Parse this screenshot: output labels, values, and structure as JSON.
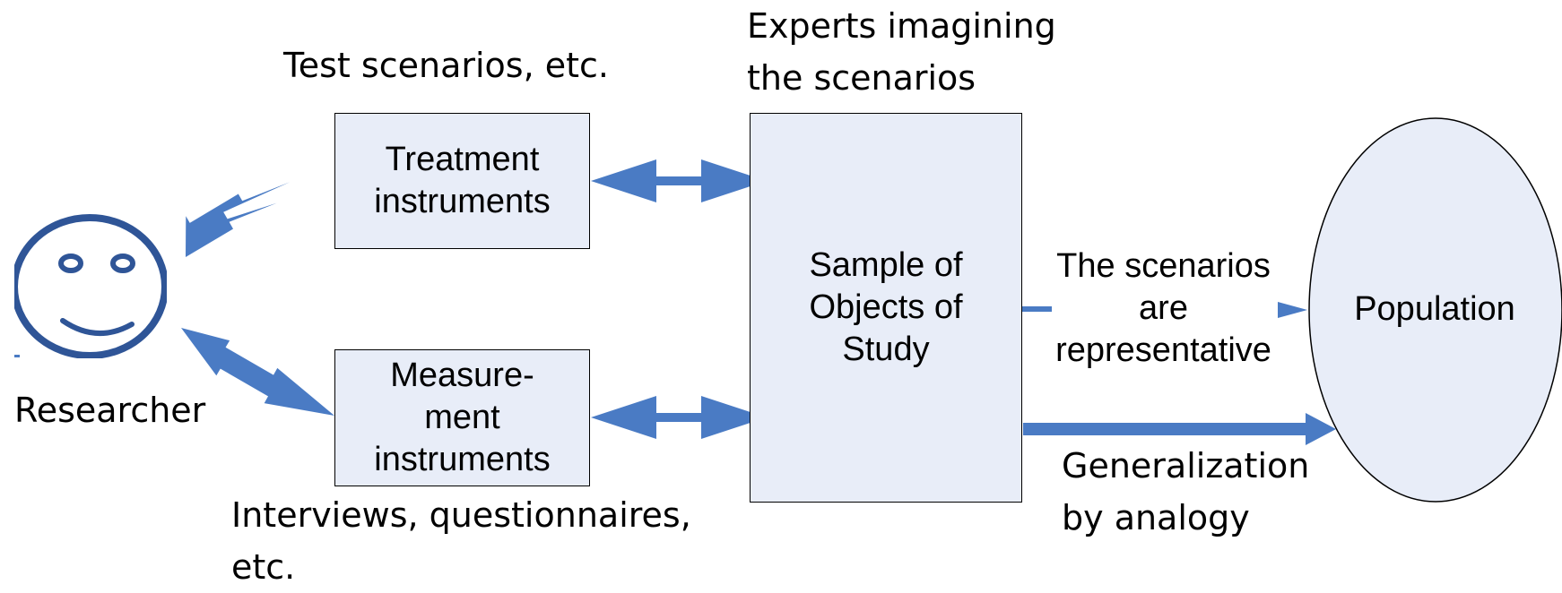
{
  "researcher": {
    "label": "Researcher"
  },
  "treatment": {
    "box_label": "Treatment\ninstruments",
    "caption": "Test scenarios, etc."
  },
  "measurement": {
    "box_label": "Measure-\nment\ninstruments",
    "caption": "Interviews, questionnaires,\netc."
  },
  "sample": {
    "box_label": "Sample of\nObjects of\nStudy",
    "caption": "Experts imagining\nthe scenarios"
  },
  "representative": {
    "label": "The scenarios\nare\nrepresentative"
  },
  "generalization": {
    "label": "Generalization\nby analogy"
  },
  "population": {
    "label": "Population"
  },
  "colors": {
    "arrow": "#4a7bc4",
    "box_fill": "#e8edf8",
    "face_stroke": "#2f5597",
    "border": "#000000"
  }
}
